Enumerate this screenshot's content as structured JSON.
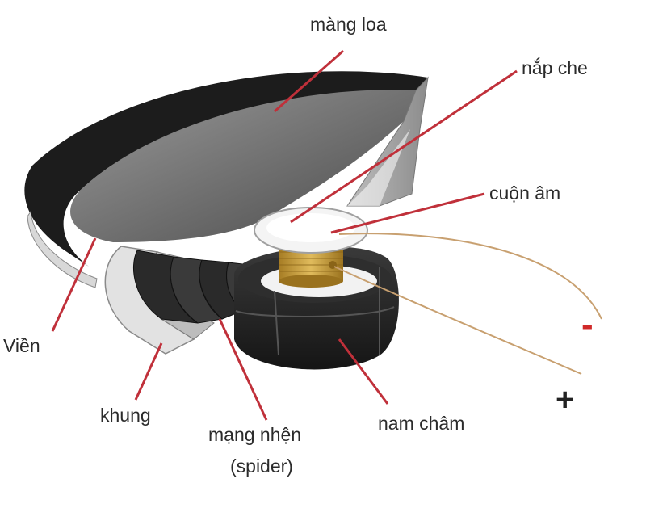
{
  "labels": {
    "mang_loa": "màng loa",
    "nap_che": "nắp che",
    "cuon_am": "cuộn âm",
    "vien": "Viền",
    "khung": "khung",
    "mang_nhen": "mạng nhện",
    "spider": "(spider)",
    "nam_cham": "nam châm"
  },
  "terminals": {
    "negative": "-",
    "positive": "+"
  },
  "colors": {
    "leader_line": "#c0303a",
    "negative_sign": "#d02a2a",
    "positive_sign": "#222222",
    "wire": "#c8a070",
    "coil": "#c9a23c"
  }
}
